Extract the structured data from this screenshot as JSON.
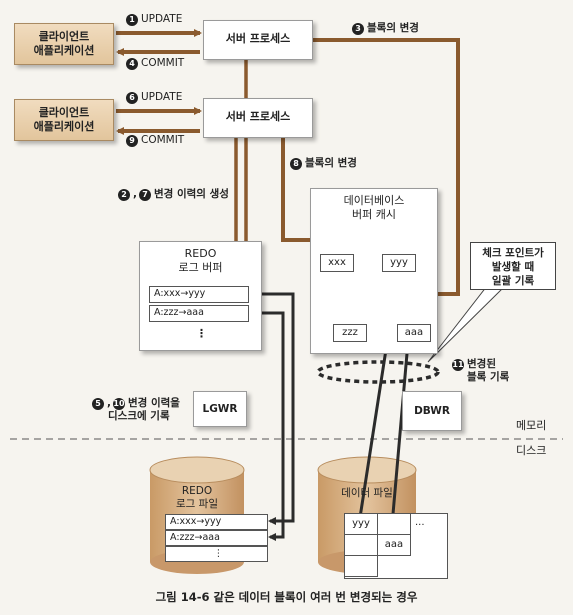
{
  "client1": {
    "line1": "클라이언트",
    "line2": "애플리케이션"
  },
  "client2": {
    "line1": "클라이언트",
    "line2": "애플리케이션"
  },
  "server1": {
    "label": "서버 프로세스"
  },
  "server2": {
    "label": "서버 프로세스"
  },
  "steps": {
    "s1": {
      "num": "1",
      "text": "UPDATE"
    },
    "s4": {
      "num": "4",
      "text": "COMMIT"
    },
    "s6": {
      "num": "6",
      "text": "UPDATE"
    },
    "s9": {
      "num": "9",
      "text": "COMMIT"
    },
    "s3": {
      "num": "3",
      "text": "블록의 변경"
    },
    "s8": {
      "num": "8",
      "text": "블록의 변경"
    },
    "s27": {
      "num_a": "2",
      "num_b": "7",
      "text": "변경 이력의 생성"
    },
    "s510": {
      "num_a": "5",
      "num_b": "10",
      "line1": "변경 이력을",
      "line2": "디스크에 기록"
    },
    "s11": {
      "num": "11",
      "line1": "변경된",
      "line2": "블록 기록"
    }
  },
  "redo_buffer": {
    "line1": "REDO",
    "line2": "로그 버퍼",
    "row1": "A:xxx→yyy",
    "row2": "A:zzz→aaa",
    "more": "⋮"
  },
  "db_cache": {
    "line1": "데이터베이스",
    "line2": "버퍼 캐시",
    "xxx": "xxx",
    "yyy": "yyy",
    "zzz": "zzz",
    "aaa": "aaa"
  },
  "checkpoint_note": {
    "line1": "체크 포인트가",
    "line2": "발생할 때",
    "line3": "일괄 기록"
  },
  "lgwr": {
    "label": "LGWR"
  },
  "dbwr": {
    "label": "DBWR"
  },
  "memory_label": "메모리",
  "disk_label": "디스크",
  "redo_file": {
    "line1": "REDO",
    "line2": "로그 파일",
    "row1": "A:xxx→yyy",
    "row2": "A:zzz→aaa",
    "more": "⋮"
  },
  "data_file": {
    "label": "데이터 파일",
    "yyy": "yyy",
    "aaa": "aaa",
    "more": "..."
  },
  "caption": "그림 14-6 같은 데이터 블록이 여러 번 변경되는 경우",
  "colors": {
    "arrow_brown": "#8a5a2e",
    "arrow_dark": "#2b2b2b",
    "cylinder": "#d8b185"
  }
}
